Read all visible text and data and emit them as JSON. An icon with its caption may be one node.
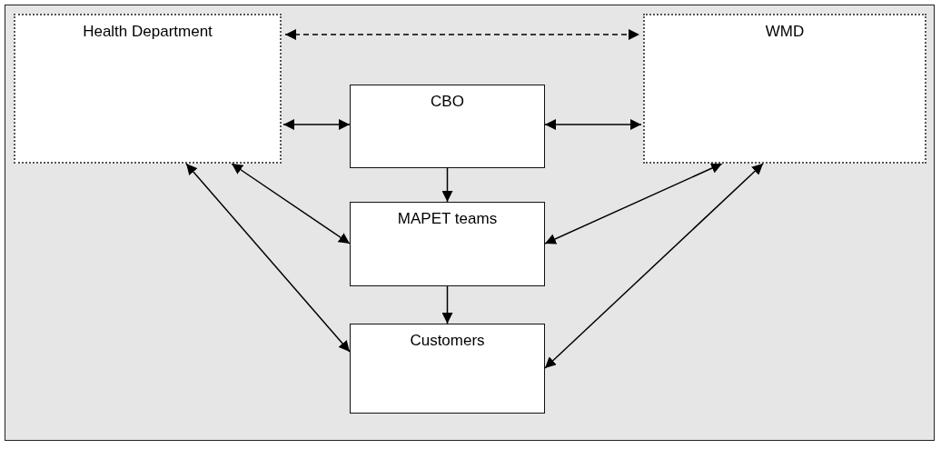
{
  "diagram": {
    "nodes": [
      {
        "text": [
          "Health Department"
        ]
      },
      {
        "text": [
          "CBO"
        ]
      },
      {
        "text": [
          "WMD"
        ]
      },
      {
        "text": [
          "MAPET teams"
        ]
      },
      {
        "text": [
          "Customers"
        ]
      }
    ],
    "edges": [
      {
        "from": 0,
        "to": 2,
        "arrow": "both",
        "style": "dashed"
      },
      {
        "from": 0,
        "to": 1,
        "arrow": "both"
      },
      {
        "from": 1,
        "to": 2,
        "arrow": "both"
      },
      {
        "from": 1,
        "to": 3,
        "arrow": "to"
      },
      {
        "from": 0,
        "to": 3,
        "arrow": "both"
      },
      {
        "from": 2,
        "to": 3,
        "arrow": "both"
      },
      {
        "from": 3,
        "to": 4,
        "arrow": "to"
      },
      {
        "from": 0,
        "to": 4,
        "arrow": "both"
      },
      {
        "from": 2,
        "to": 4,
        "arrow": "both"
      }
    ]
  }
}
